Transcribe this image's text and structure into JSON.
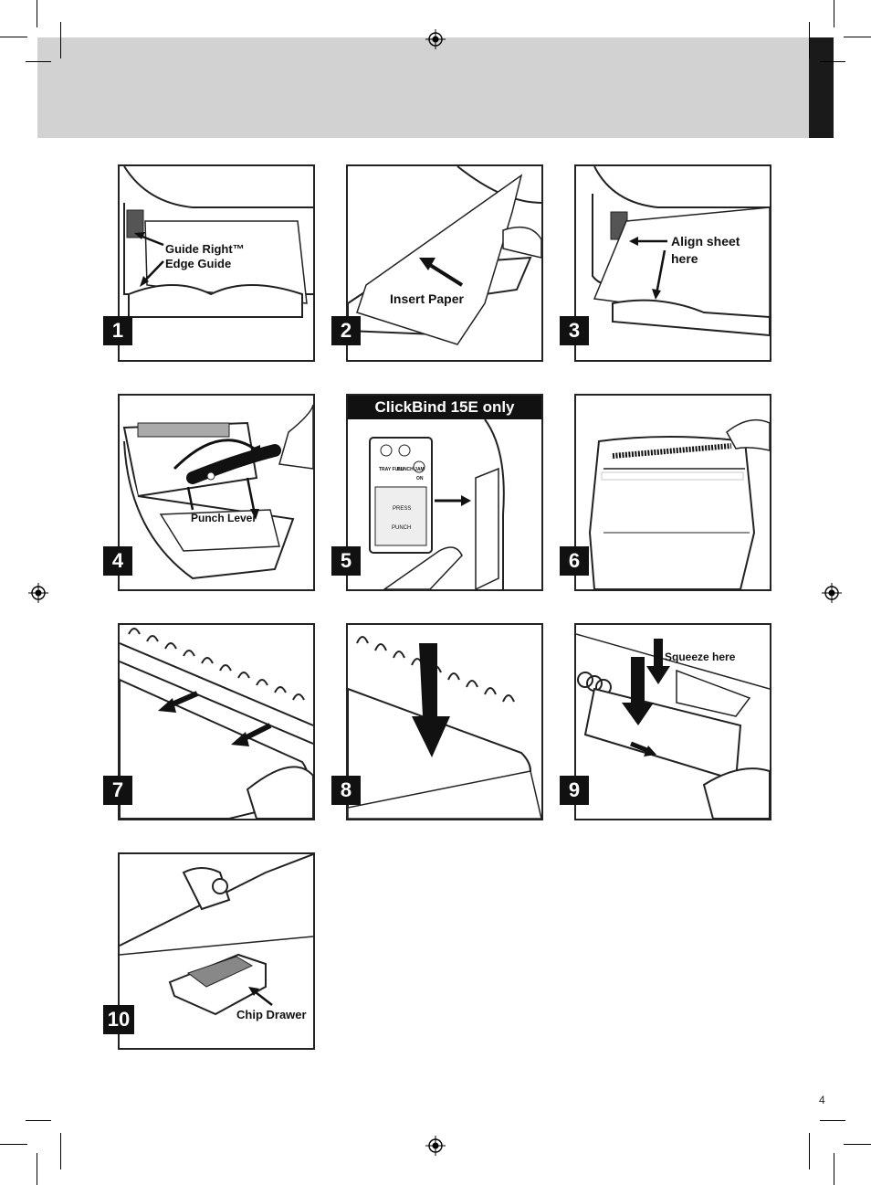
{
  "page_number": "4",
  "steps": [
    {
      "number": "1",
      "labels": [
        "Guide Right™",
        "Edge Guide"
      ]
    },
    {
      "number": "2",
      "labels": [
        "Insert Paper"
      ]
    },
    {
      "number": "3",
      "labels": [
        "Align sheet",
        "here"
      ]
    },
    {
      "number": "4",
      "labels": [
        "Punch Lever"
      ]
    },
    {
      "number": "5",
      "banner": "ClickBind 15E only",
      "panel_text": [
        "TRAY FULL",
        "PUNCH JAM",
        "ON",
        "PRESS",
        "PUNCH"
      ]
    },
    {
      "number": "6"
    },
    {
      "number": "7"
    },
    {
      "number": "8"
    },
    {
      "number": "9",
      "labels": [
        "Squeeze here"
      ]
    },
    {
      "number": "10",
      "labels": [
        "Chip Drawer"
      ]
    }
  ]
}
